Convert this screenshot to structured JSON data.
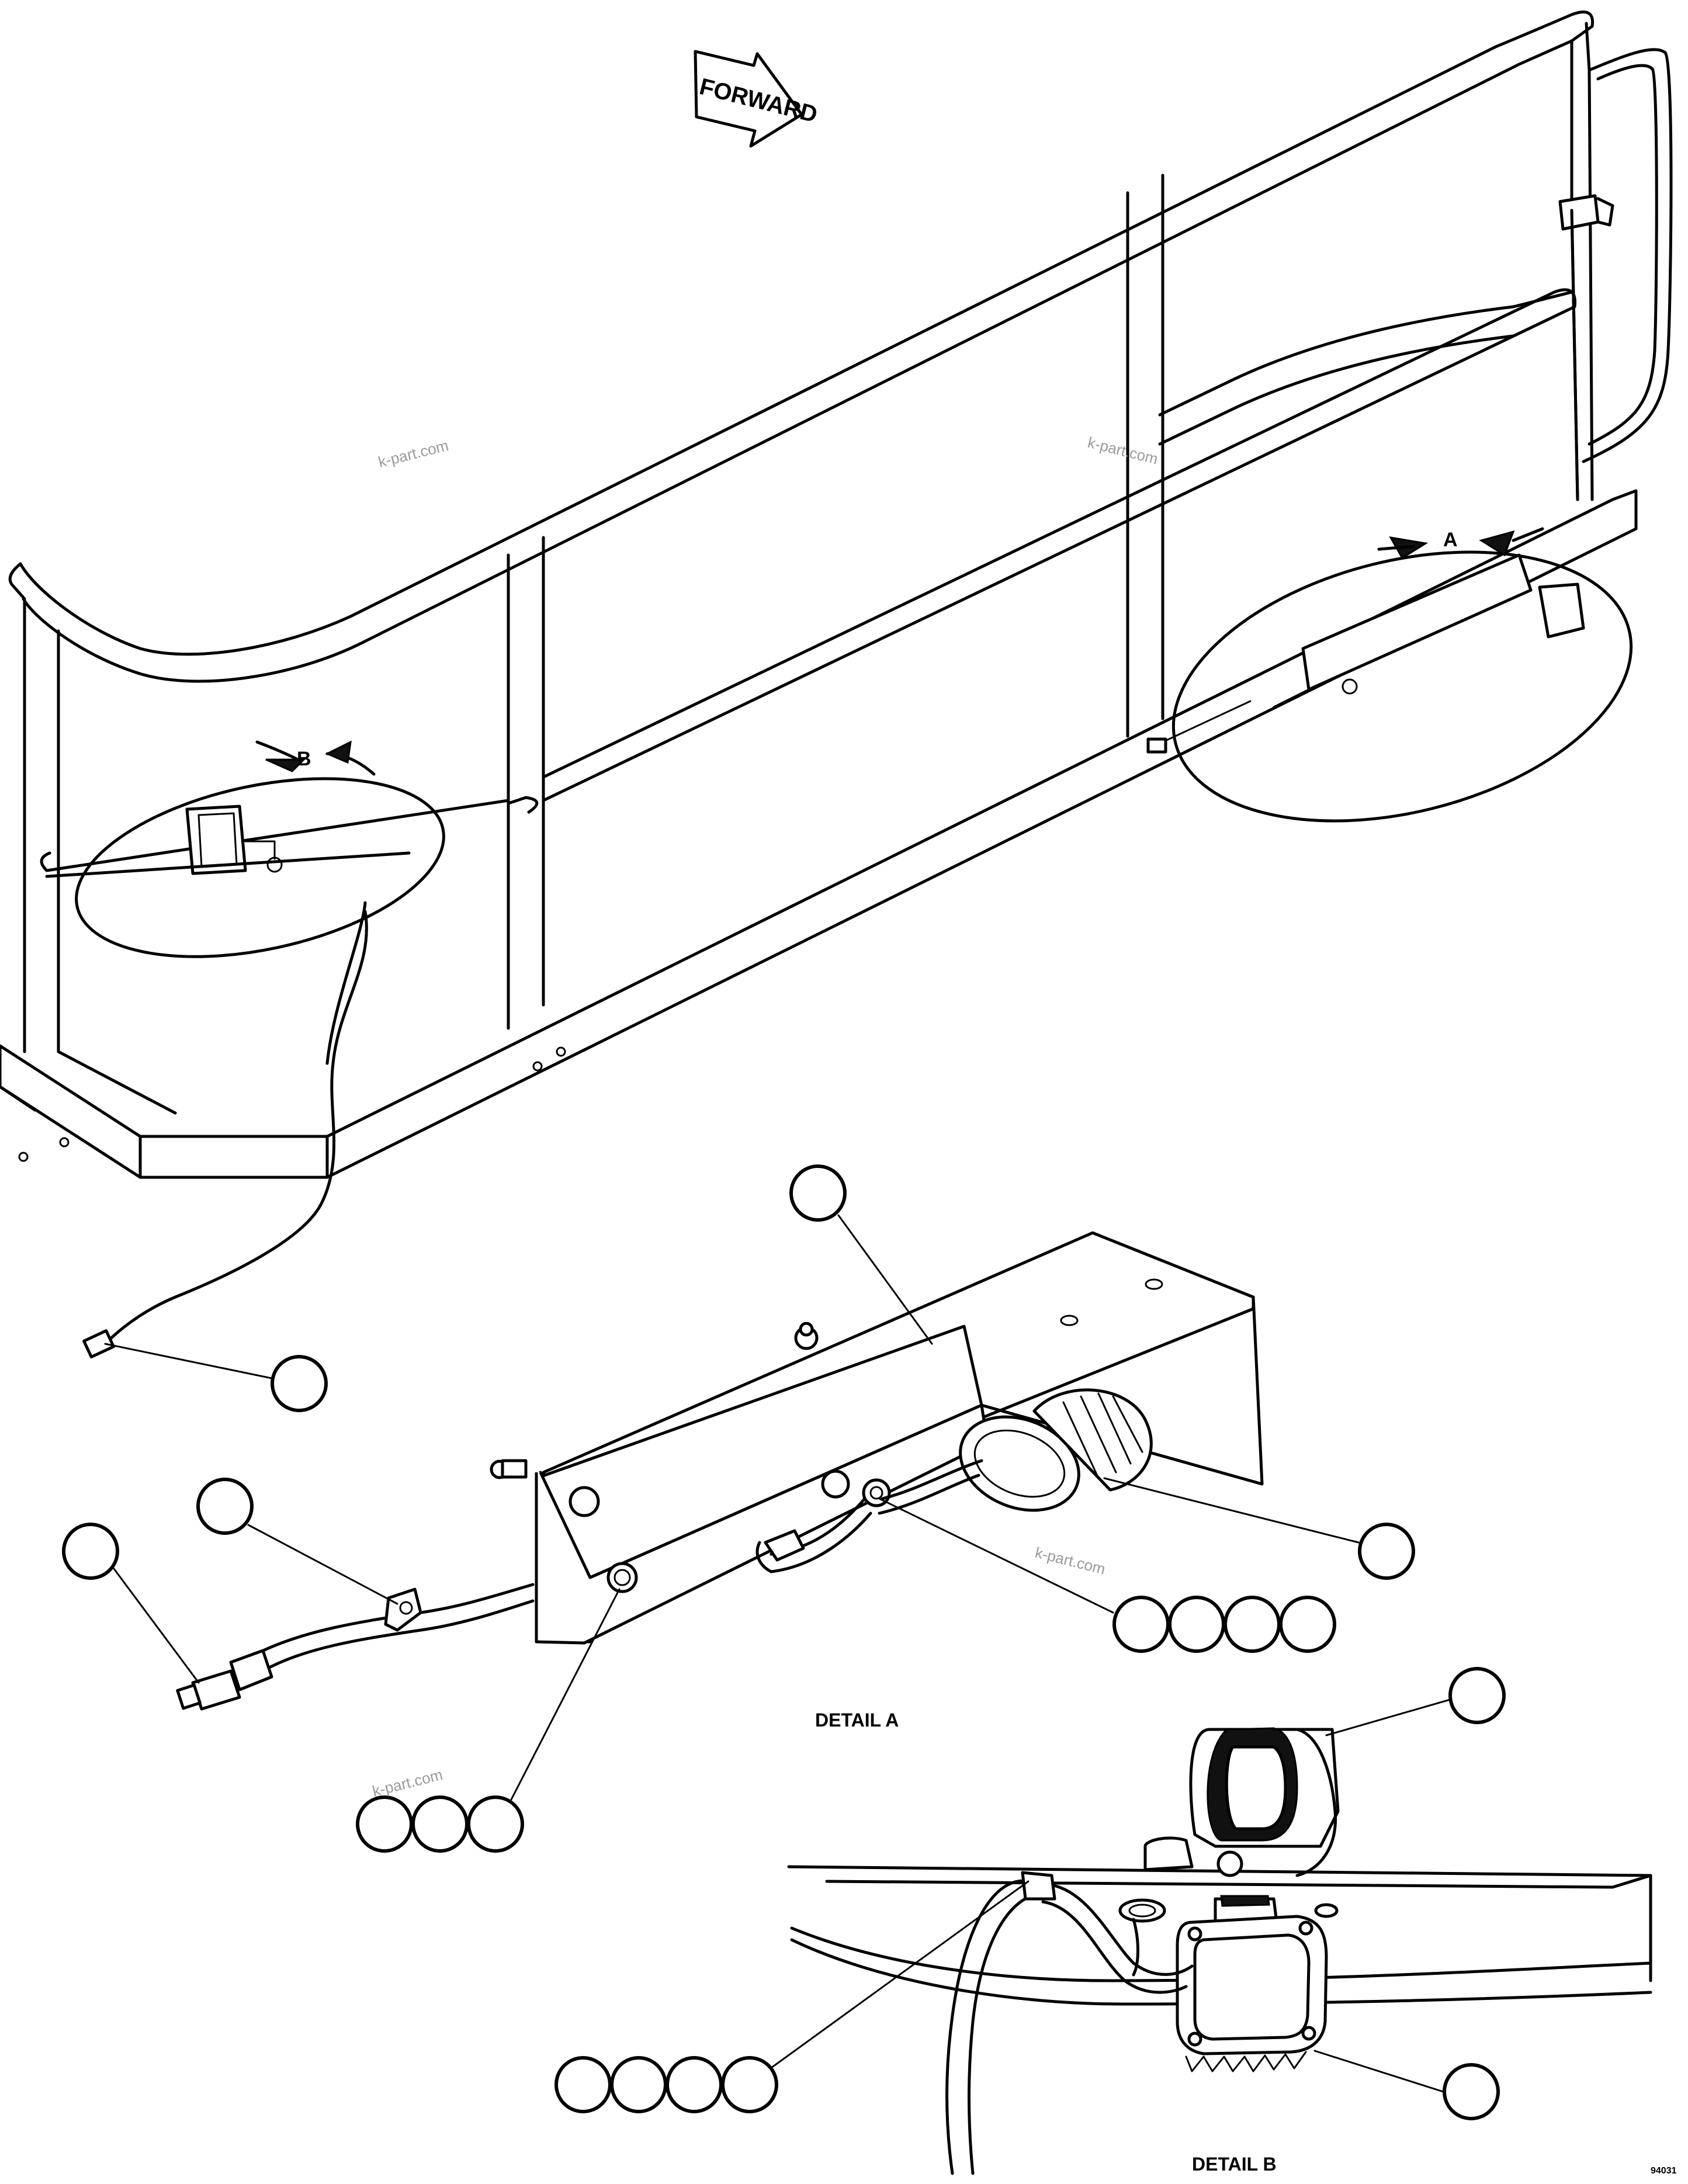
{
  "drawing": {
    "forward_label": "FORWARD",
    "view_a_label": "A",
    "view_b_label": "B",
    "detail_a_caption": "DETAIL A",
    "detail_b_caption": "DETAIL B",
    "drawing_number": "94031",
    "watermark": "k-part.com"
  }
}
